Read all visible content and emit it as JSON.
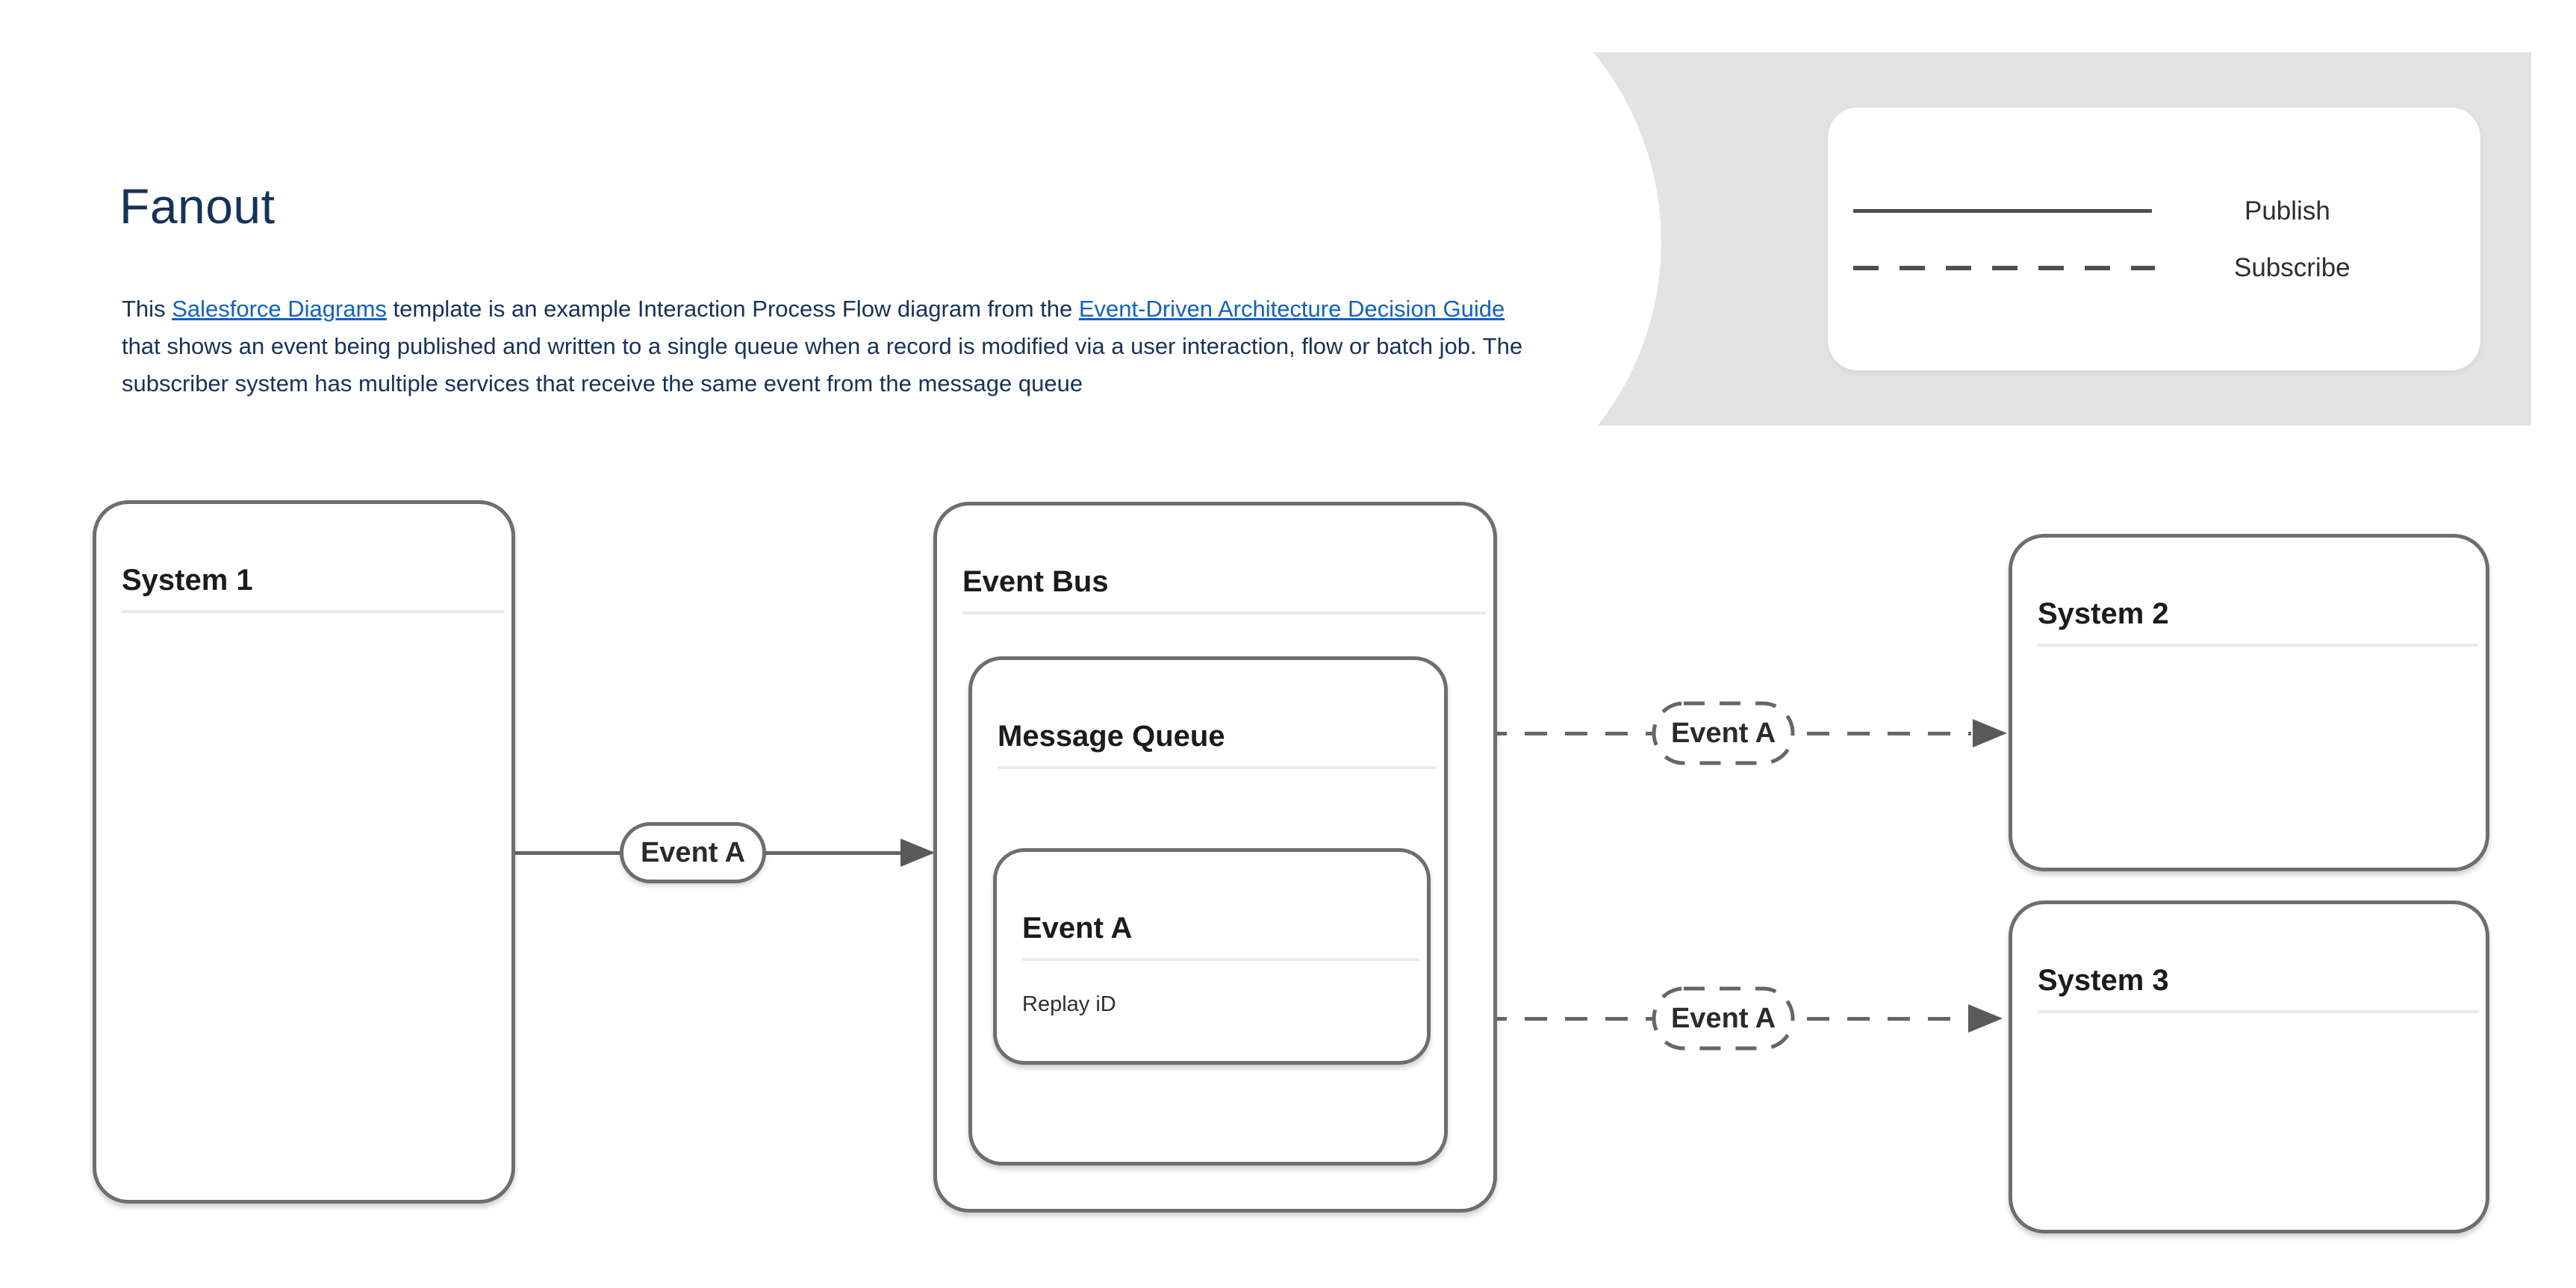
{
  "header": {
    "title": "Fanout",
    "paragraph_segments": [
      {
        "text": "This ",
        "link": false
      },
      {
        "text": "Salesforce Diagrams",
        "link": true
      },
      {
        "text": " template is an example Interaction Process Flow diagram from the ",
        "link": false
      },
      {
        "text": "Event-Driven Architecture Decision Guide",
        "link": true
      },
      {
        "text": " that shows an event being published and written to a single queue when a record is modified via a user interaction, flow or batch job.  The subscriber system has multiple services that receive the same event from the message queue",
        "link": false
      }
    ]
  },
  "legend": {
    "publish_label": "Publish",
    "subscribe_label": "Subscribe"
  },
  "diagram": {
    "system1": {
      "title": "System 1"
    },
    "event_bus": {
      "title": "Event Bus"
    },
    "message_queue": {
      "title": "Message Queue"
    },
    "event_record": {
      "title": "Event A",
      "field": "Replay iD"
    },
    "system2": {
      "title": "System 2"
    },
    "system3": {
      "title": "System 3"
    },
    "publish_pill": {
      "label": "Event A"
    },
    "subscribe_pill_1": {
      "label": "Event A"
    },
    "subscribe_pill_2": {
      "label": "Event A"
    }
  },
  "colors": {
    "title_navy": "#16325c",
    "link_blue": "#1161c7",
    "box_border_gray": "#6e6e6e",
    "connector_gray": "#666666",
    "arrowhead_gray": "#5a5a5a",
    "decor_gray": "#e3e3e3",
    "title_rule_gray": "#eaeaea",
    "legend_line_gray": "#4f4f4f",
    "node_title_dark": "#1b1b1b"
  }
}
